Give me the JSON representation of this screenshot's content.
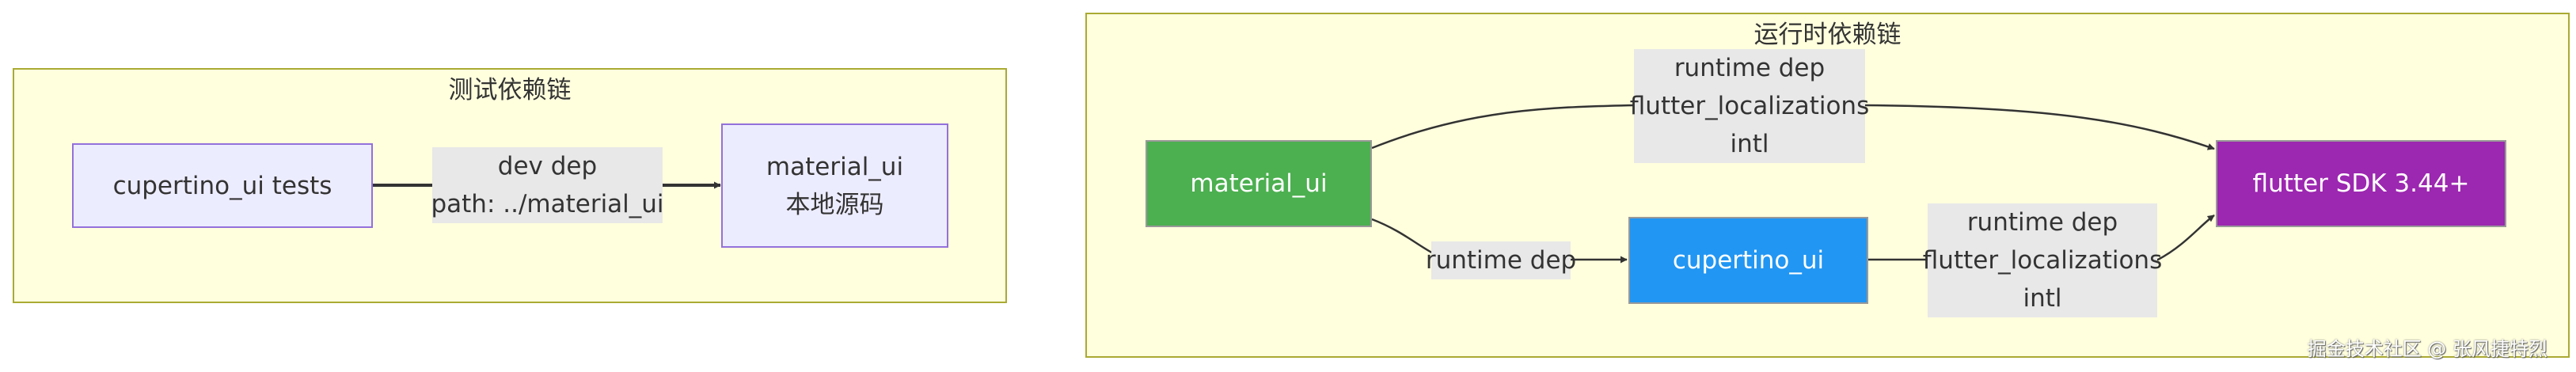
{
  "clusters": {
    "test": {
      "title": "测试依赖链"
    },
    "runtime": {
      "title": "运行时依赖链"
    }
  },
  "nodes": {
    "cupertino_tests": {
      "label": "cupertino_ui tests"
    },
    "material_local": {
      "line1": "material_ui",
      "line2": "本地源码"
    },
    "material_ui": {
      "label": "material_ui"
    },
    "cupertino_ui": {
      "label": "cupertino_ui"
    },
    "flutter_sdk": {
      "label": "flutter SDK 3.44+"
    }
  },
  "edges": {
    "dev_dep": {
      "line1": "dev dep",
      "line2": "path: ../material_ui"
    },
    "material_to_sdk": {
      "line1": "runtime dep",
      "line2": "flutter_localizations",
      "line3": "intl"
    },
    "material_to_cupertino": {
      "line1": "runtime dep"
    },
    "cupertino_to_sdk": {
      "line1": "runtime dep",
      "line2": "flutter_localizations",
      "line3": "intl"
    }
  },
  "colors": {
    "cluster_fill": "#ffffde",
    "cluster_border": "#aaaa33",
    "node_default": "#ececff",
    "material_ui": "#4caf50",
    "cupertino_ui": "#2196f3",
    "flutter_sdk": "#9c27b0",
    "edge_label_bg": "#e8e8e8"
  },
  "watermark": "掘金技术社区 @ 张风捷特烈"
}
